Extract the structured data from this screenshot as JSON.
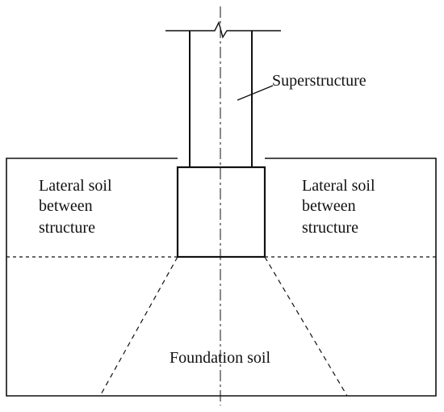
{
  "labels": {
    "superstructure": "Superstructure",
    "lateral_left": [
      "Lateral soil",
      "between",
      "structure"
    ],
    "lateral_right": [
      "Lateral soil",
      "between",
      "structure"
    ],
    "foundation": "Foundation soil"
  },
  "colors": {
    "line": "#111111",
    "background": "#ffffff"
  }
}
